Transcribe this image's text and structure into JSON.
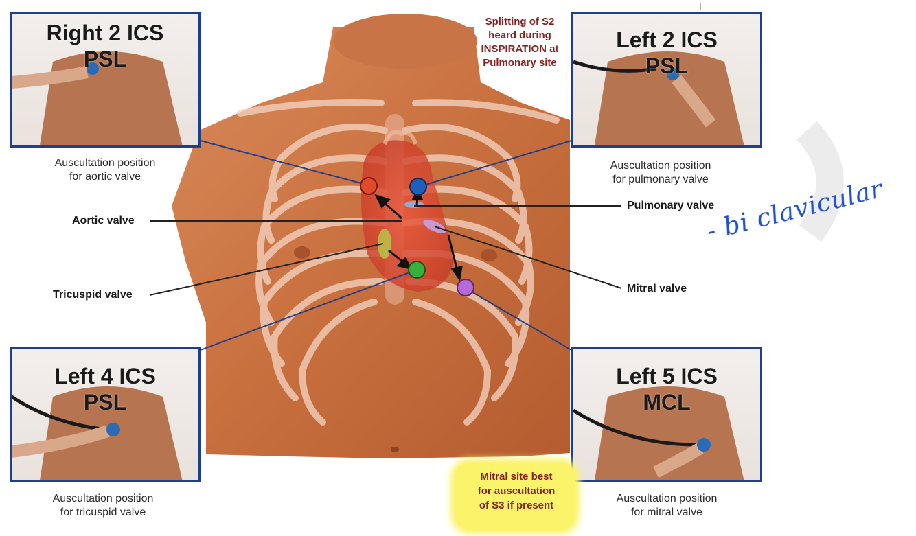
{
  "boxes": {
    "aortic": {
      "title_line1": "Right 2 ICS",
      "title_line2": "PSL",
      "caption_line1": "Auscultation position",
      "caption_line2": "for aortic valve"
    },
    "pulmonary": {
      "title_line1": "Left 2 ICS",
      "title_line2": "PSL",
      "caption_line1": "Auscultation position",
      "caption_line2": "for pulmonary valve"
    },
    "tricuspid": {
      "title_line1": "Left 4 ICS",
      "title_line2": "PSL",
      "caption_line1": "Auscultation position",
      "caption_line2": "for tricuspid valve"
    },
    "mitral": {
      "title_line1": "Left 5 ICS",
      "title_line2": "MCL",
      "caption_line1": "Auscultation position",
      "caption_line2": "for mitral valve"
    }
  },
  "labels": {
    "aortic_valve": "Aortic valve",
    "pulmonary_valve": "Pulmonary valve",
    "tricuspid_valve": "Tricuspid valve",
    "mitral_valve": "Mitral valve"
  },
  "notes": {
    "splitting": [
      "Splitting of S2",
      "heard during",
      "INSPIRATION at",
      "Pulmonary site"
    ],
    "mitral_s3": [
      "Mitral site best",
      "for auscultation",
      "of S3 if present"
    ]
  },
  "handwriting": "- bi clavicular",
  "colors": {
    "frame": "#1e3f8c",
    "aortic_dot": "#e24a2c",
    "pulmonary_dot": "#1f5fb8",
    "tricuspid_dot": "#38b03c",
    "mitral_dot": "#b46ad8",
    "note_red": "#8a1f1f",
    "highlight": "#fbf46a",
    "ink_blue": "#1f4fd8"
  },
  "icons": [
    "torso-illustration",
    "rib-cage",
    "heart",
    "stethoscope"
  ]
}
